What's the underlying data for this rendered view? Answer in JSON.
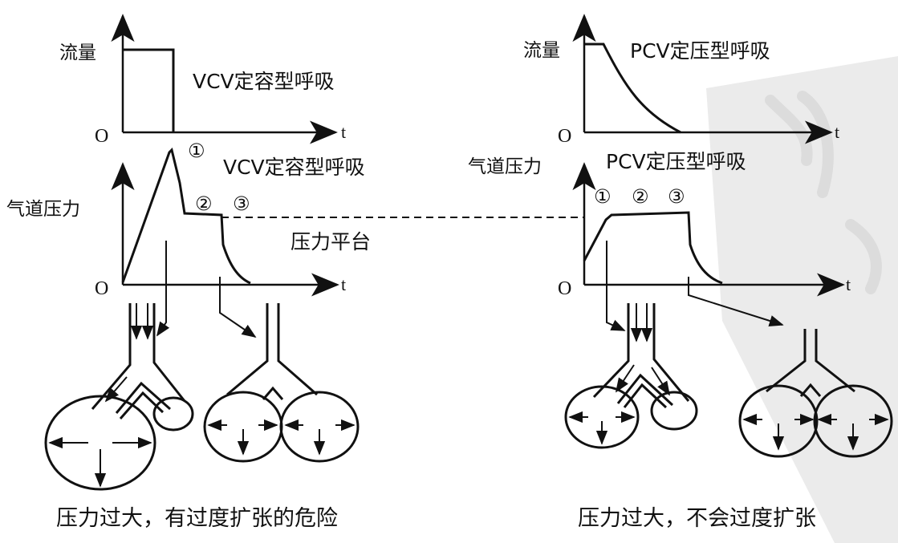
{
  "left": {
    "flow_axis_label": "流量",
    "flow_title": "VCV定容型呼吸",
    "pressure_axis_label": "气道压力",
    "pressure_title": "VCV定容型呼吸",
    "origin_label_top": "O",
    "origin_label_bottom": "O",
    "time_label_top": "t",
    "time_label_bottom": "t",
    "marker_1": "①",
    "marker_2": "②",
    "marker_3": "③",
    "plateau_label": "压力平台",
    "caption": "压力过大，有过度扩张的危险"
  },
  "right": {
    "flow_axis_label": "流量",
    "flow_title": "PCV定压型呼吸",
    "pressure_axis_label": "气道压力",
    "pressure_title": "PCV定压型呼吸",
    "origin_label_top": "O",
    "origin_label_bottom": "O",
    "time_label_top": "t",
    "time_label_bottom": "t",
    "marker_1": "①",
    "marker_2": "②",
    "marker_3": "③",
    "caption": "压力过大，不会过度扩张"
  },
  "colors": {
    "ink": "#111111",
    "watermark": "#e9e9e9"
  }
}
